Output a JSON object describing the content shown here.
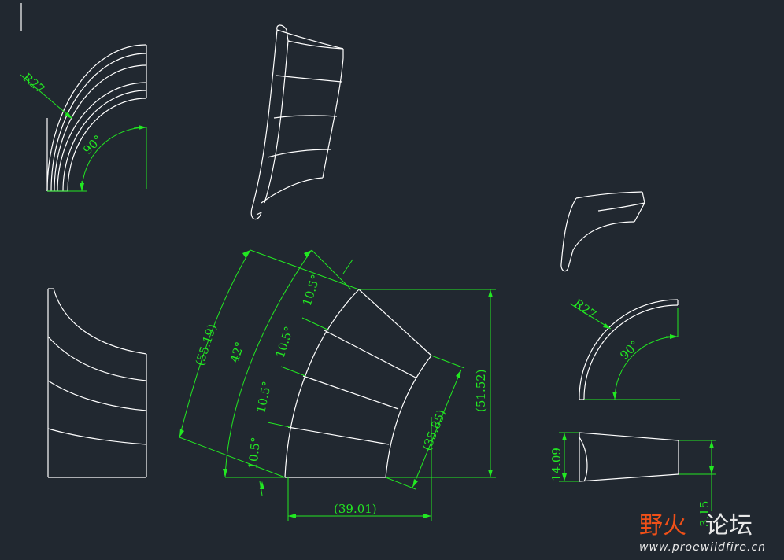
{
  "dimensions": {
    "radius_top_left": "R27",
    "angle_top_left": "90°",
    "radius_right": "R27",
    "angle_right": "90°",
    "length_outer_arc": "(55.19)",
    "total_angle": "42°",
    "segment_angle_1": "10.5°",
    "segment_angle_2": "10.5°",
    "segment_angle_3": "10.5°",
    "segment_angle_4": "10.5°",
    "length_inner_arc": "(35.85)",
    "height_total": "(51.52)",
    "width_bottom": "(39.01)",
    "side_height": "14.09",
    "side_width": "3.15"
  },
  "watermark": {
    "brand_part1": "野火",
    "brand_part2": "论坛",
    "url": "www.proewildfire.cn"
  },
  "colors": {
    "background": "#212830",
    "geometry": "#ffffff",
    "dimension": "#22e822",
    "watermark_accent": "#f05018"
  }
}
